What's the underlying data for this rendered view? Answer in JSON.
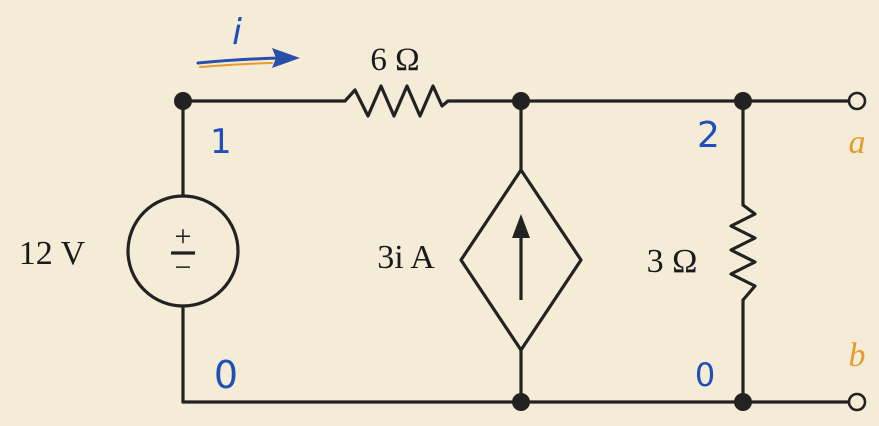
{
  "labels": {
    "current_i": "i",
    "resistor_top": "6 Ω",
    "voltage_source": "12 V",
    "source_plus": "+",
    "source_minus": "−",
    "dependent_source": "3i A",
    "resistor_right": "3 Ω",
    "node_1": "1",
    "node_2": "2",
    "node_0_left": "0",
    "node_0_right": "0",
    "terminal_a": "a",
    "terminal_b": "b"
  },
  "colors": {
    "background": "#f4ecd6",
    "wire": "#222222",
    "annotation_blue": "#1f4fb8",
    "annotation_orange": "#e89a2c",
    "current_arrow": "#2a4fa8"
  }
}
